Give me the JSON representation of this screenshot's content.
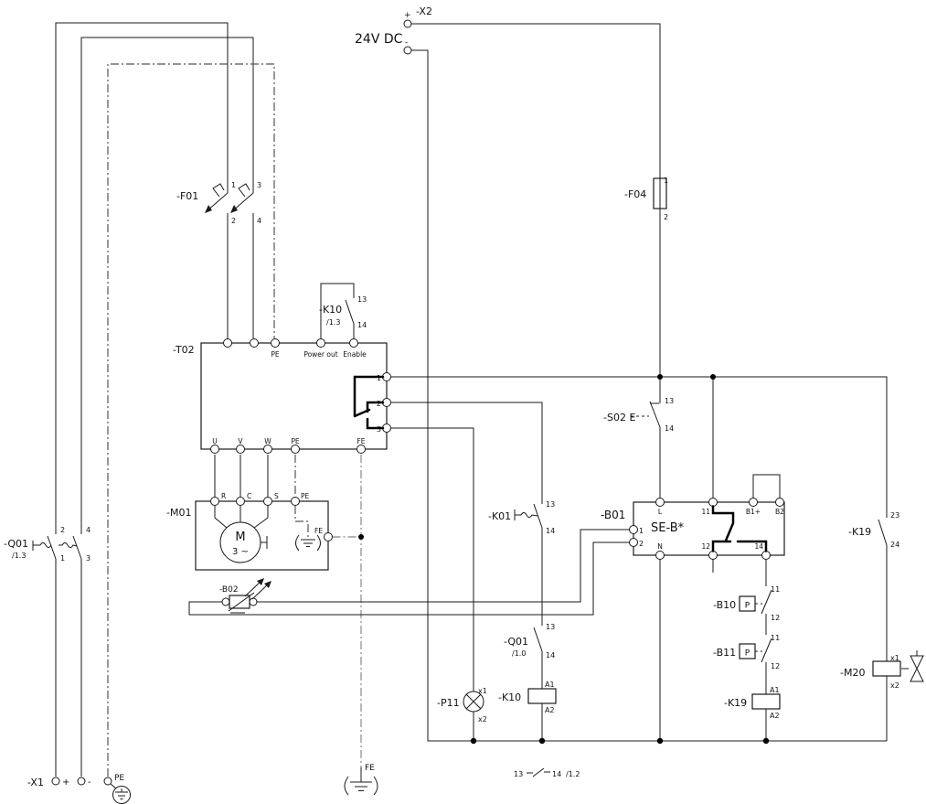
{
  "diagram": {
    "supply_x2": {
      "label": "-X2",
      "voltage": "24V DC",
      "plus": "+",
      "minus": "-"
    },
    "x1": {
      "label": "-X1",
      "plus": "+",
      "minus": "-",
      "pe": "PE"
    },
    "q01_main": {
      "label": "-Q01",
      "ref": "/1.3",
      "t1": "1",
      "t2": "2",
      "t3": "3",
      "t4": "4"
    },
    "f01": {
      "label": "-F01",
      "t1": "1",
      "t2": "2",
      "t3": "3",
      "t4": "4"
    },
    "k10_contact": {
      "label": "-K10",
      "ref": "/1.3",
      "t13": "13",
      "t14": "14"
    },
    "t02": {
      "label": "-T02",
      "pe": "PE",
      "power_out": "Power out",
      "enable": "Enable",
      "u": "U",
      "v": "V",
      "w": "W",
      "pe2": "PE",
      "fe": "FE",
      "o1": "1",
      "o2": "2",
      "o3": "3"
    },
    "m01": {
      "label": "-M01",
      "r": "R",
      "c": "C",
      "s": "S",
      "pe": "PE",
      "m": "M",
      "ph": "3 ~",
      "fe": "FE"
    },
    "b02": {
      "label": "-B02"
    },
    "f04": {
      "label": "-F04",
      "t1": "1",
      "t2": "2"
    },
    "s02": {
      "label": "-S02 E",
      "t13": "13",
      "t14": "14"
    },
    "k01": {
      "label": "-K01",
      "t13": "13",
      "t14": "14"
    },
    "q01_aux": {
      "label": "-Q01",
      "ref": "/1.0",
      "t13": "13",
      "t14": "14"
    },
    "p11": {
      "label": "-P11",
      "x1": "x1",
      "x2": "x2"
    },
    "k10_coil": {
      "label": "-K10",
      "a1": "A1",
      "a2": "A2"
    },
    "b01": {
      "label": "-B01",
      "type": "SE-B*",
      "l": "L",
      "n": "N",
      "t11": "11",
      "t12": "12",
      "t14": "14",
      "b1": "B1+",
      "b2": "B2",
      "t1": "1",
      "t2": "2"
    },
    "b10": {
      "label": "-B10",
      "p": "P",
      "t11": "11",
      "t12": "12"
    },
    "b11": {
      "label": "-B11",
      "p": "P",
      "t11": "11",
      "t12": "12"
    },
    "k19_contact": {
      "label": "-K19",
      "t23": "23",
      "t24": "24"
    },
    "k19_coil": {
      "label": "-K19",
      "a1": "A1",
      "a2": "A2"
    },
    "m20": {
      "label": "-M20",
      "x1": "x1",
      "x2": "x2"
    },
    "fe_ground": {
      "label": "FE"
    },
    "crossref": {
      "t13": "13",
      "t14": "14",
      "ref": "/1.2"
    }
  }
}
